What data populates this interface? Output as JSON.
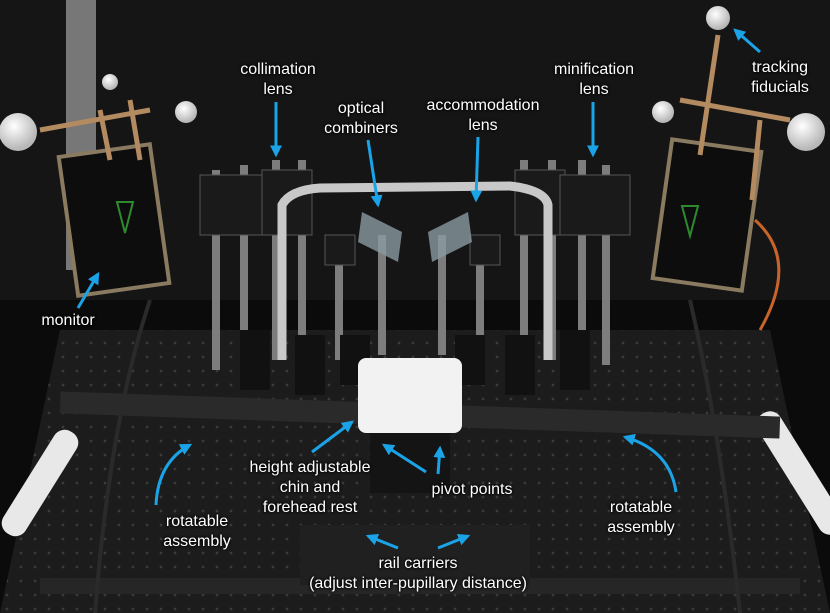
{
  "labels": {
    "collimation": [
      "collimation",
      "lens"
    ],
    "optical": [
      "optical",
      "combiners"
    ],
    "accommodation": [
      "accommodation",
      "lens"
    ],
    "minification": [
      "minification",
      "lens"
    ],
    "tracking": [
      "tracking",
      "fiducials"
    ],
    "monitor": "monitor",
    "height_rest": [
      "height adjustable",
      "chin and",
      "forehead rest"
    ],
    "pivot": "pivot points",
    "rot_left": [
      "rotatable",
      "assembly"
    ],
    "rot_right": [
      "rotatable",
      "assembly"
    ],
    "rail": [
      "rail carriers",
      "(adjust inter-pupillary distance)"
    ]
  },
  "colors": {
    "arrow": "#1ba3e8",
    "background": "#0a0a0a",
    "label_text": "#ffffff"
  }
}
